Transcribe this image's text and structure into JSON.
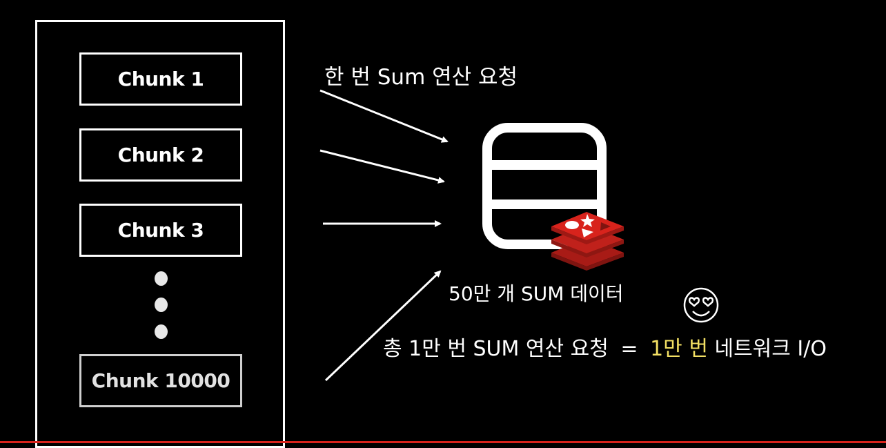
{
  "chunks": {
    "first": "Chunk 1",
    "second": "Chunk 2",
    "third": "Chunk 3",
    "last": "Chunk 10000"
  },
  "labels": {
    "single_request": "한 번 Sum 연산 요청",
    "data_count": "50만 개 SUM 데이터",
    "total_requests": "총 1만 번 SUM 연산 요청",
    "equals": "=",
    "io_count": "1만 번",
    "network_io": "네트워크 I/O"
  },
  "colors": {
    "background": "#000000",
    "foreground": "#ffffff",
    "highlight": "#f3e064",
    "redis_red": "#d8231c"
  },
  "icons": [
    "database-icon",
    "redis-logo-icon",
    "heart-eyes-emoji-icon",
    "arrow-icon"
  ]
}
